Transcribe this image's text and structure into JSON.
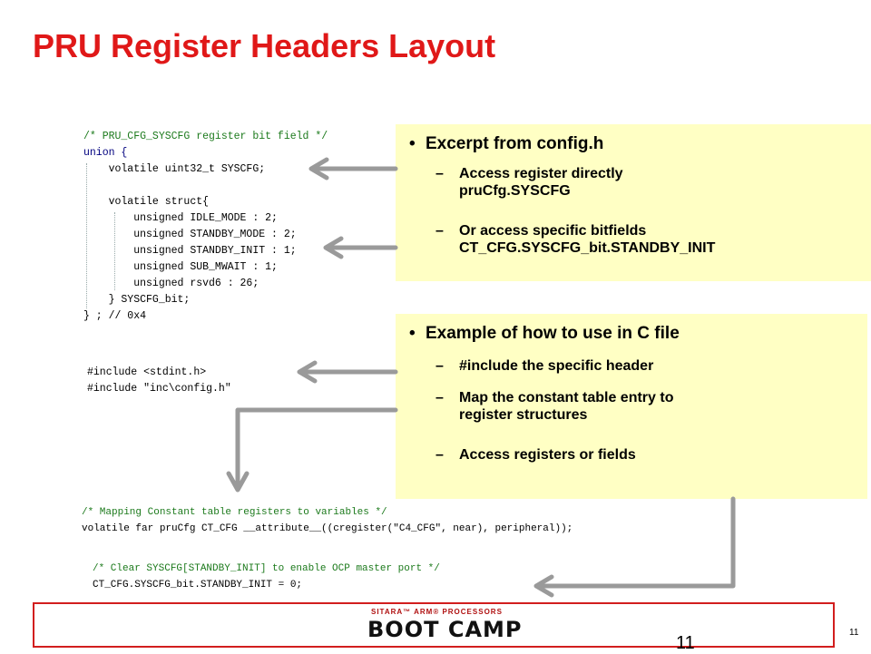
{
  "slide": {
    "title": "PRU Register Headers Layout",
    "page_number": "11",
    "corner_number": "11"
  },
  "box1": {
    "bullet": "Excerpt from config.h",
    "items": [
      [
        "Access register directly",
        "pruCfg.SYSCFG"
      ],
      [
        "Or access specific bitfields",
        "CT_CFG.SYSCFG_bit.STANDBY_INIT"
      ]
    ]
  },
  "box2": {
    "bullet": "Example of how to use in C file",
    "items": [
      [
        "#include the specific header"
      ],
      [
        "Map the constant table entry to",
        "register structures"
      ],
      [
        "Access registers or fields"
      ]
    ]
  },
  "code1": [
    "/* PRU_CFG_SYSCFG register bit field */",
    "union {",
    "    volatile uint32_t SYSCFG;",
    "",
    "    volatile struct{",
    "        unsigned IDLE_MODE : 2;",
    "        unsigned STANDBY_MODE : 2;",
    "        unsigned STANDBY_INIT : 1;",
    "        unsigned SUB_MWAIT : 1;",
    "        unsigned rsvd6 : 26;",
    "    } SYSCFG_bit;",
    "} ; // 0x4"
  ],
  "code2": [
    "#include <stdint.h>",
    "#include \"inc\\config.h\""
  ],
  "code3": [
    "/* Mapping Constant table registers to variables */",
    "volatile far pruCfg CT_CFG __attribute__((cregister(\"C4_CFG\", near), peripheral));"
  ],
  "code4": [
    "/* Clear SYSCFG[STANDBY_INIT] to enable OCP master port */",
    "CT_CFG.SYSCFG_bit.STANDBY_INIT = 0;"
  ],
  "footer": {
    "logo_top": "SITARA™ ARM® PROCESSORS",
    "logo_main": "BOOT CAMP"
  },
  "colors": {
    "title": "#e01818",
    "box_bg": "#ffffc4",
    "arrow": "#9a9a9a",
    "footer_border": "#d21e1e"
  }
}
